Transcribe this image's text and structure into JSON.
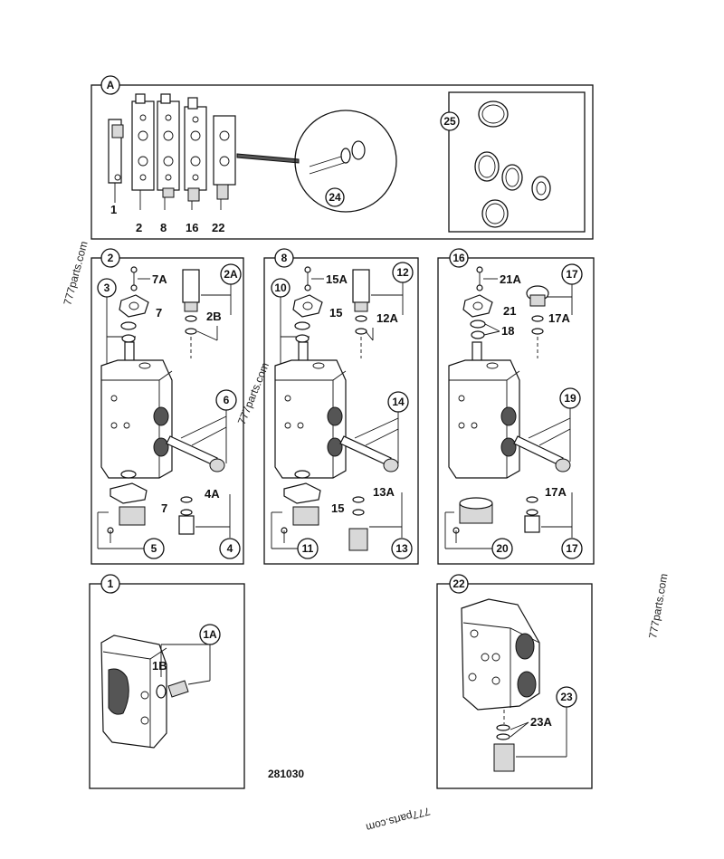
{
  "drawing_number": "281030",
  "watermark": "777parts.com",
  "panels": {
    "A": {
      "label": "A",
      "items": [
        "1",
        "2",
        "8",
        "16",
        "22"
      ],
      "inset_callout": "24",
      "seal_kit": "25"
    },
    "p2": {
      "label": "2",
      "callouts": [
        "3",
        "7A",
        "2A",
        "7",
        "2B",
        "6",
        "7",
        "4A",
        "5",
        "4"
      ]
    },
    "p8": {
      "label": "8",
      "callouts": [
        "10",
        "15A",
        "12",
        "15",
        "12A",
        "14",
        "15",
        "13A",
        "11",
        "13"
      ]
    },
    "p16": {
      "label": "16",
      "callouts": [
        "21A",
        "17",
        "21",
        "17A",
        "18",
        "19",
        "17A",
        "20",
        "17"
      ]
    },
    "p1": {
      "label": "1",
      "callouts": [
        "1A",
        "1B"
      ]
    },
    "p22": {
      "label": "22",
      "callouts": [
        "23",
        "23A"
      ]
    }
  },
  "colors": {
    "ink": "#111111",
    "paper": "#ffffff"
  },
  "icons": [
    "exploded-view-drawing"
  ]
}
